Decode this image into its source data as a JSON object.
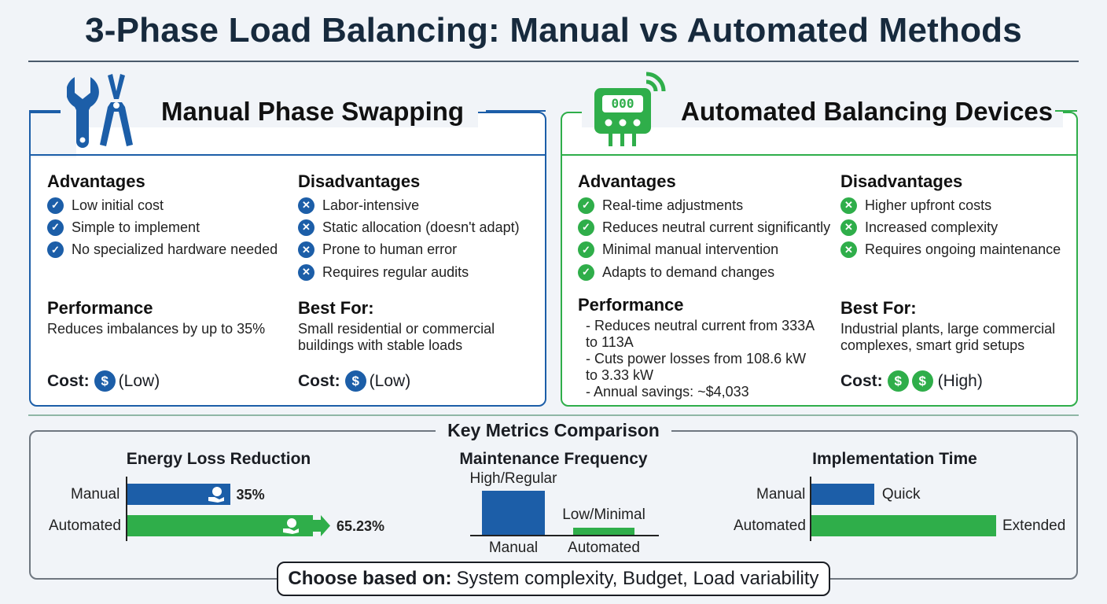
{
  "title": "3-Phase Load Balancing: Manual vs Automated Methods",
  "colors": {
    "blue": "#1c5ea8",
    "green": "#2fae4a",
    "navy": "#172a3d"
  },
  "left": {
    "title": "Manual Phase Swapping",
    "icon": "wrench-pliers-icon",
    "advantages_title": "Advantages",
    "advantages": [
      "Low initial cost",
      "Simple to implement",
      "No specialized hardware needed"
    ],
    "disadvantages_title": "Disadvantages",
    "disadvantages": [
      "Labor-intensive",
      "Static allocation (doesn't adapt)",
      "Prone to human error",
      "Requires regular audits"
    ],
    "performance_title": "Performance",
    "performance": "Reduces imbalances by up to 35%",
    "bestfor_title": "Best For:",
    "bestfor": "Small residential or commercial buildings with stable loads",
    "cost_label": "Cost:",
    "cost_symbol": "$",
    "cost_value": "(Low)"
  },
  "right": {
    "title": "Automated Balancing Devices",
    "icon": "smart-meter-icon",
    "meter_display": "000",
    "advantages_title": "Advantages",
    "advantages": [
      "Real-time adjustments",
      "Reduces neutral current significantly",
      "Minimal manual intervention",
      "Adapts to demand changes"
    ],
    "disadvantages_title": "Disadvantages",
    "disadvantages": [
      "Higher upfront costs",
      "Increased complexity",
      "Requires ongoing maintenance"
    ],
    "performance_title": "Performance",
    "performance": [
      "- Reduces neutral current from 333A to 113A",
      "- Cuts power losses from 108.6 kW to 3.33 kW",
      "- Annual savings: ~$4,033"
    ],
    "bestfor_title": "Best For:",
    "bestfor": "Industrial plants, large commercial complexes, smart grid setups",
    "cost_label": "Cost:",
    "cost_symbol": "$",
    "cost_value": "(High)"
  },
  "metrics": {
    "title": "Key Metrics Comparison",
    "energy": {
      "title": "Energy Loss Reduction",
      "manual_label": "Manual",
      "automated_label": "Automated",
      "manual_value": "35%",
      "automated_value": "65.23%",
      "manual_pct": 35,
      "automated_pct": 65.23
    },
    "maintenance": {
      "title": "Maintenance Frequency",
      "manual_label": "Manual",
      "automated_label": "Automated",
      "manual_value": "High/Regular",
      "automated_value": "Low/Minimal",
      "manual_level": 1.0,
      "automated_level": 0.16
    },
    "implementation": {
      "title": "Implementation Time",
      "manual_label": "Manual",
      "automated_label": "Automated",
      "manual_value": "Quick",
      "automated_value": "Extended",
      "manual_level": 0.34,
      "automated_level": 1.0
    }
  },
  "choose": {
    "label": "Choose based on:",
    "text": "System complexity, Budget, Load variability"
  }
}
